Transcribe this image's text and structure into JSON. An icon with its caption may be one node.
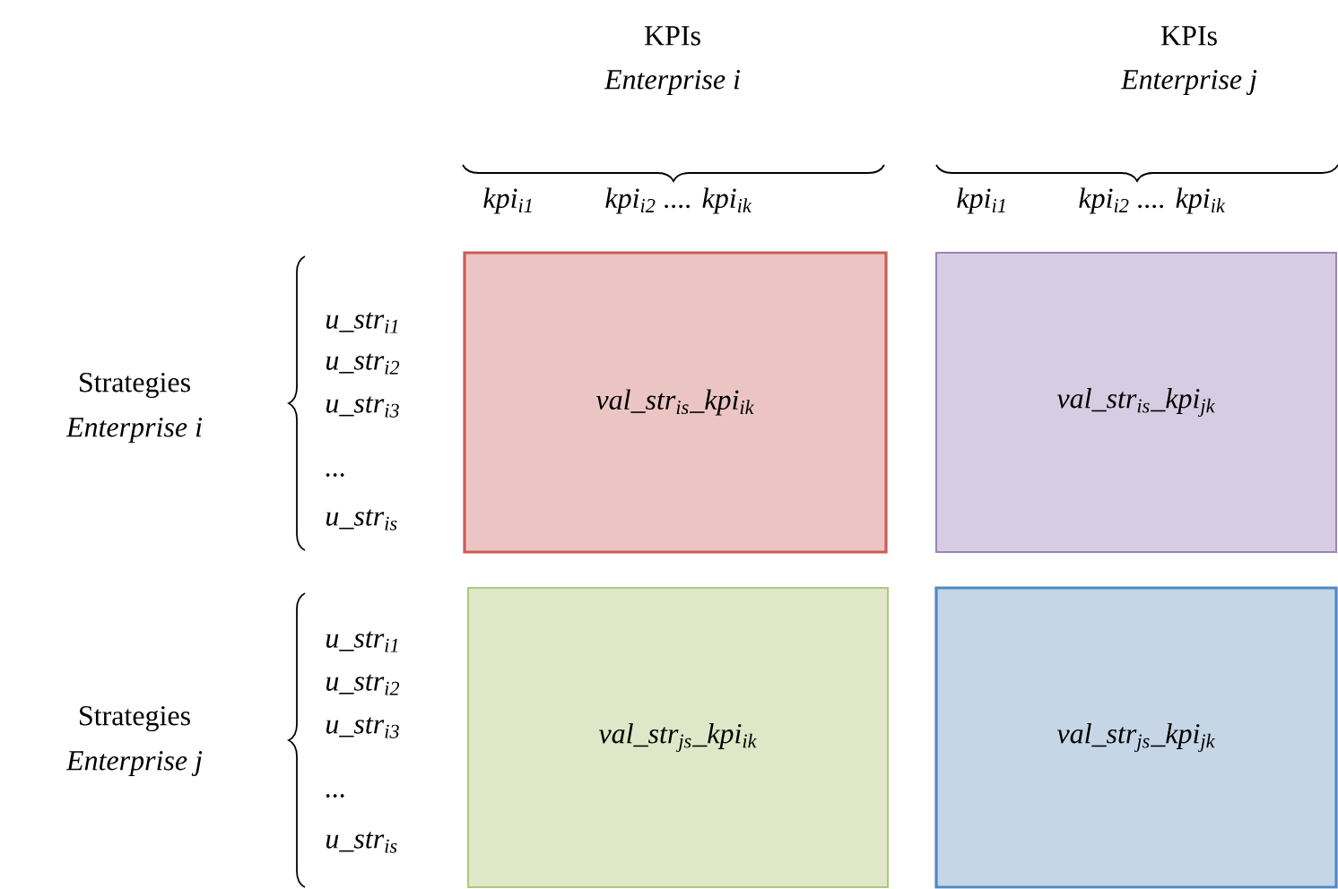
{
  "diagram": {
    "nodes": [
      {
        "text": [
          "val_str$_{is}$_kpi$_{ik}$"
        ]
      },
      {
        "text": [
          "val_str$_{is}$_kpi$_{jk}$"
        ]
      },
      {
        "text": [
          "val_str$_{js}$_kpi$_{ik}$"
        ]
      },
      {
        "text": [
          "val_str$_{js}$_kpi$_{jk}$"
        ]
      }
    ],
    "labels": [
      "KPIs",
      "Enterprise i",
      "KPIs",
      "Enterprise j",
      "kpi$_{i1}$",
      "kpi$_{i2}$ .... kpi$_{ik}$",
      "kpi$_{i1}$",
      "kpi$_{i2}$ .... kpi$_{ik}$",
      "u_str$_{i1}$",
      "Strategies",
      "u_str$_{i2}$",
      "Enterprise i",
      "u_str$_{i3}$",
      "...",
      "u_str$_{is}$",
      "u_str$_{i1}$",
      "u_str$_{i2}$",
      "Strategies",
      "u_str$_{i3}$",
      "Enterprise j",
      "...",
      "u_str$_{is}$"
    ]
  }
}
